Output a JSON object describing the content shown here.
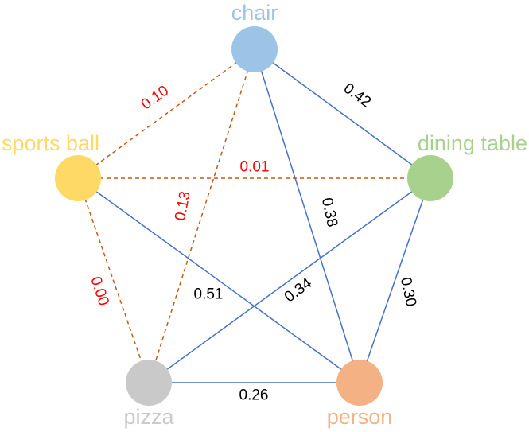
{
  "colors": {
    "solid_edge": "#4472C4",
    "dashed_edge": "#C55A11",
    "low_weight_text": "#FF0000",
    "normal_weight_text": "#000000"
  },
  "nodes": [
    {
      "id": "chair",
      "label": "chair",
      "color": "#9DC3E6"
    },
    {
      "id": "dining_table",
      "label": "dining table",
      "color": "#A9D18E"
    },
    {
      "id": "person",
      "label": "person",
      "color": "#F4B183"
    },
    {
      "id": "pizza",
      "label": "pizza",
      "color": "#C9C9C9"
    },
    {
      "id": "sports_ball",
      "label": "sports ball",
      "color": "#FFD966"
    }
  ],
  "edges": [
    {
      "from": "chair",
      "to": "dining_table",
      "weight": "0.42",
      "style": "solid"
    },
    {
      "from": "chair",
      "to": "person",
      "weight": "0.38",
      "style": "solid"
    },
    {
      "from": "dining_table",
      "to": "person",
      "weight": "0.30",
      "style": "solid"
    },
    {
      "from": "dining_table",
      "to": "pizza",
      "weight": "0.34",
      "style": "solid"
    },
    {
      "from": "pizza",
      "to": "person",
      "weight": "0.26",
      "style": "solid"
    },
    {
      "from": "sports_ball",
      "to": "person",
      "weight": "0.51",
      "style": "solid"
    },
    {
      "from": "sports_ball",
      "to": "chair",
      "weight": "0.10",
      "style": "dashed"
    },
    {
      "from": "sports_ball",
      "to": "dining_table",
      "weight": "0.01",
      "style": "dashed"
    },
    {
      "from": "chair",
      "to": "pizza",
      "weight": "0.13",
      "style": "dashed"
    },
    {
      "from": "sports_ball",
      "to": "pizza",
      "weight": "0.00",
      "style": "dashed"
    }
  ]
}
